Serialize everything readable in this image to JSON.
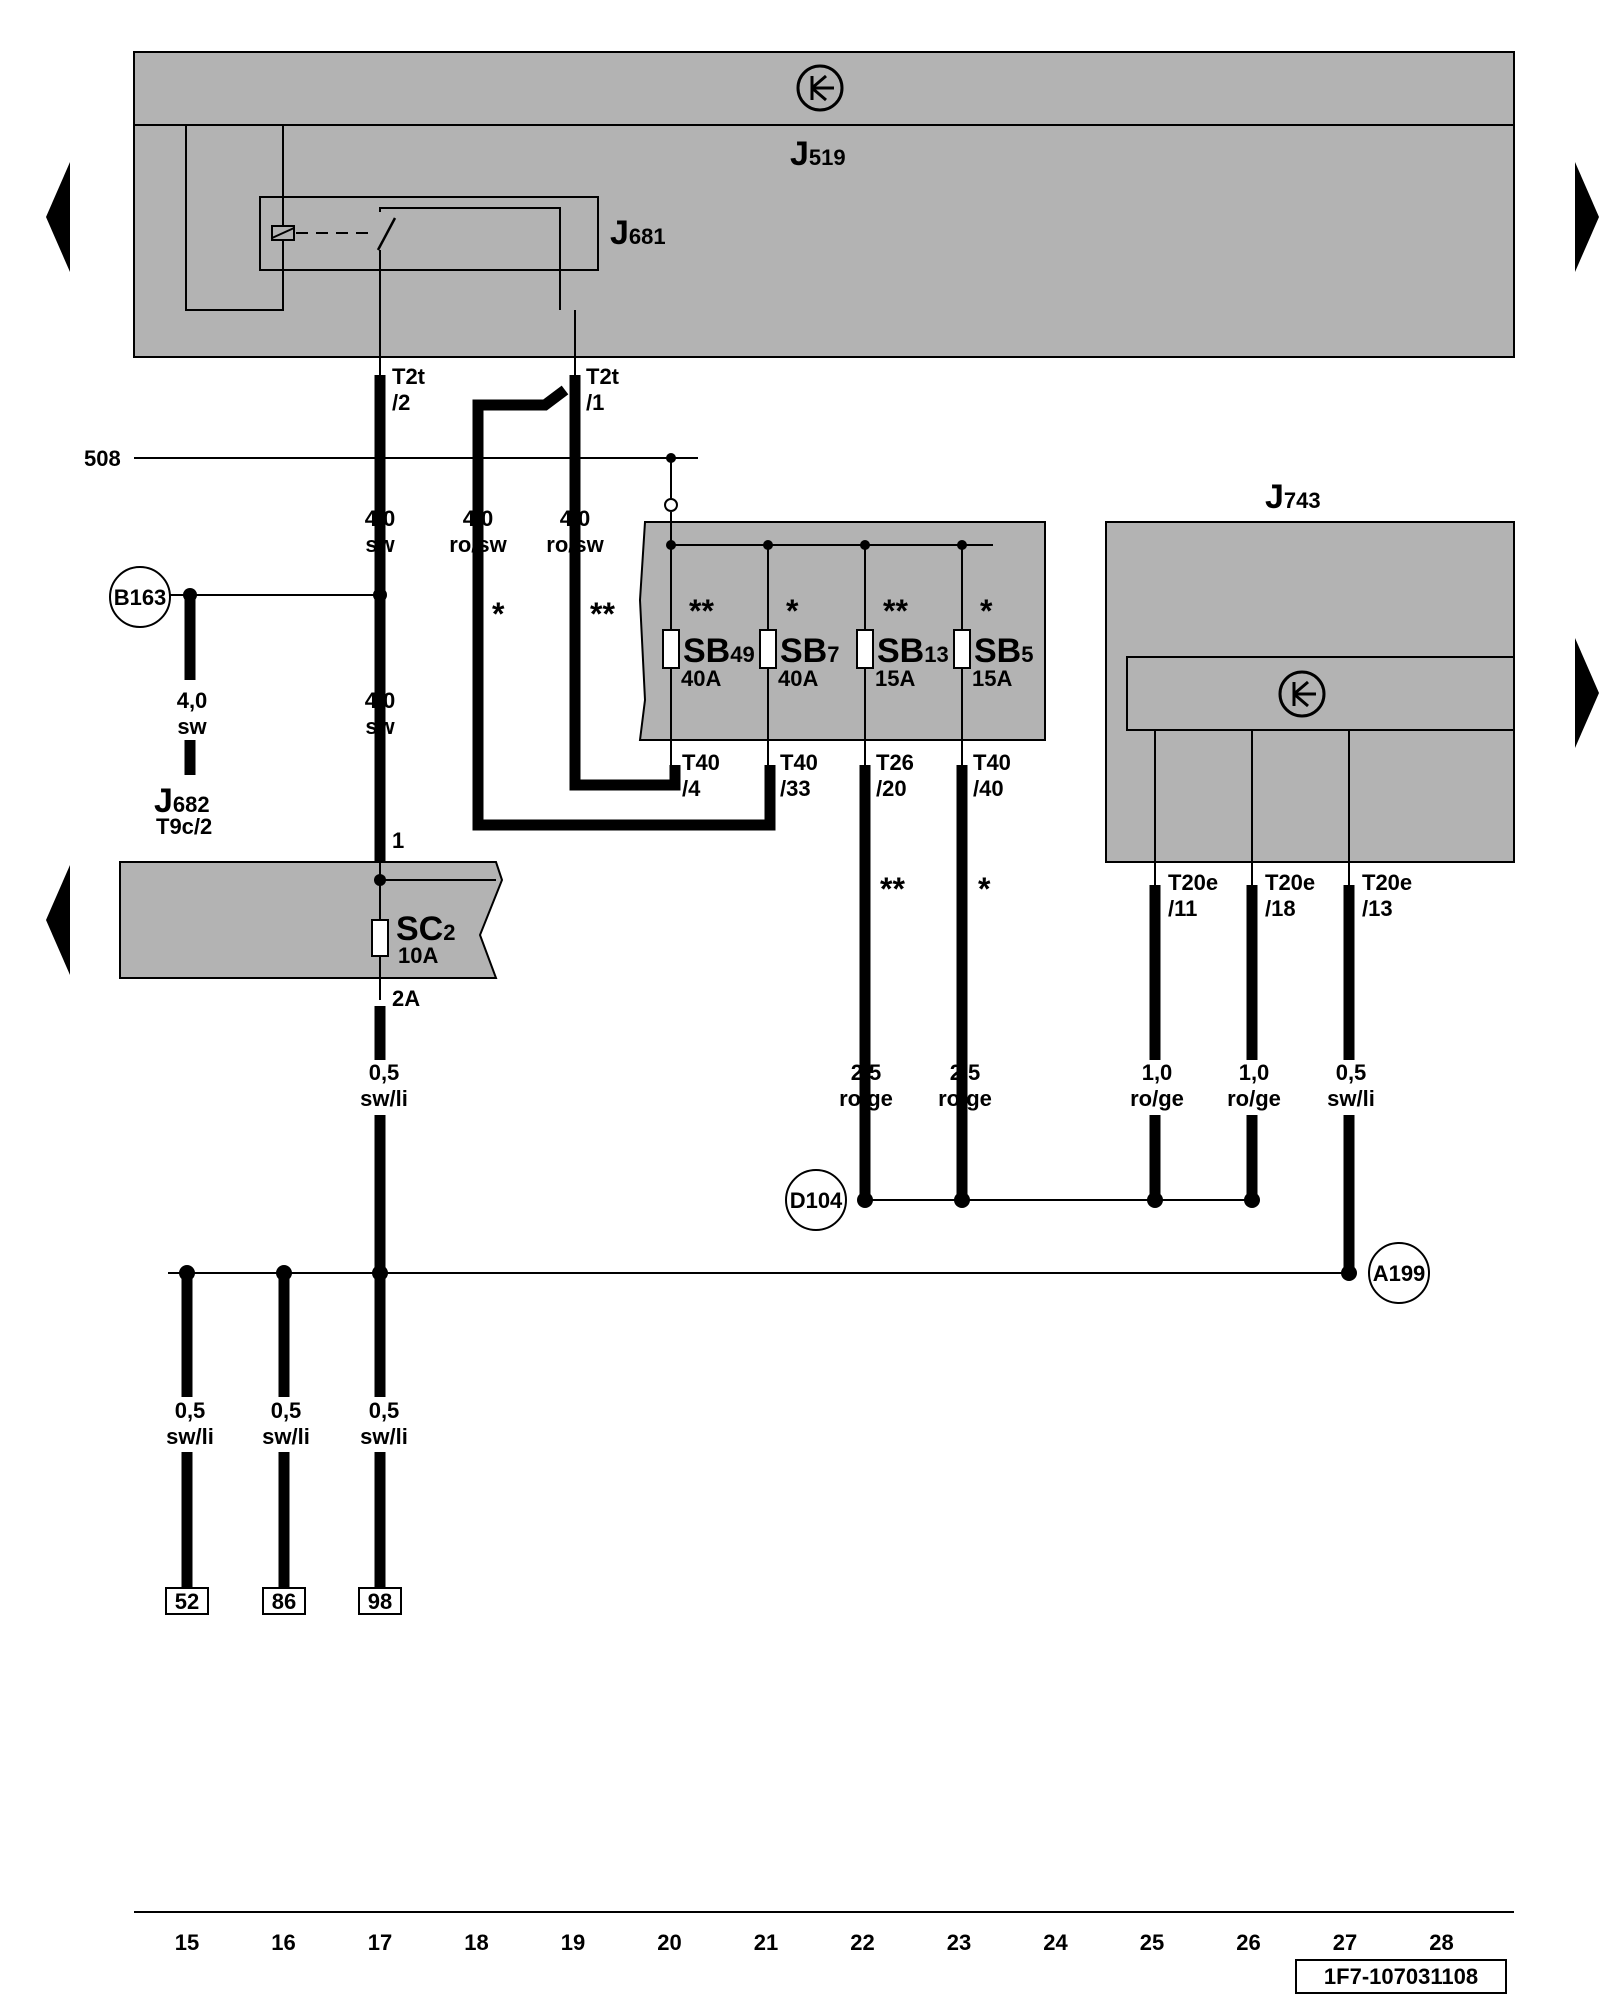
{
  "components": {
    "J519": {
      "letter": "J",
      "number": "519"
    },
    "J681": {
      "letter": "J",
      "number": "681"
    },
    "J743": {
      "letter": "J",
      "number": "743"
    },
    "J682": {
      "letter": "J",
      "number": "682",
      "pin": "T9c/2"
    },
    "SC2": {
      "letter": "SC",
      "number": "2",
      "rating": "10A"
    },
    "fuses": [
      {
        "letter": "SB",
        "number": "49",
        "rating": "40A",
        "mark": "**"
      },
      {
        "letter": "SB",
        "number": "7",
        "rating": "40A",
        "mark": "*"
      },
      {
        "letter": "SB",
        "number": "13",
        "rating": "15A",
        "mark": "**"
      },
      {
        "letter": "SB",
        "number": "5",
        "rating": "15A",
        "mark": "*"
      }
    ]
  },
  "connectors": {
    "t2t_2": {
      "a": "T2t",
      "b": "/2"
    },
    "t2t_1": {
      "a": "T2t",
      "b": "/1"
    },
    "t40_4": {
      "a": "T40",
      "b": "/4"
    },
    "t40_33": {
      "a": "T40",
      "b": "/33"
    },
    "t26_20": {
      "a": "T26",
      "b": "/20"
    },
    "t40_40": {
      "a": "T40",
      "b": "/40"
    },
    "t20e_11": {
      "a": "T20e",
      "b": "/11"
    },
    "t20e_18": {
      "a": "T20e",
      "b": "/18"
    },
    "t20e_13": {
      "a": "T20e",
      "b": "/13"
    },
    "sc_in": "1",
    "sc_out": "2A"
  },
  "line_508": "508",
  "wires": {
    "w17a": {
      "size": "4,0",
      "color": "sw"
    },
    "w18": {
      "size": "4,0",
      "color": "ro/sw"
    },
    "w19": {
      "size": "4,0",
      "color": "ro/sw"
    },
    "w15a": {
      "size": "4,0",
      "color": "sw"
    },
    "w17b": {
      "size": "4,0",
      "color": "sw"
    },
    "w17c": {
      "size": "0,5",
      "color": "sw/li"
    },
    "w22": {
      "size": "2,5",
      "color": "ro/ge"
    },
    "w23": {
      "size": "2,5",
      "color": "ro/ge"
    },
    "w25": {
      "size": "1,0",
      "color": "ro/ge"
    },
    "w26": {
      "size": "1,0",
      "color": "ro/ge"
    },
    "w27": {
      "size": "0,5",
      "color": "sw/li"
    },
    "w15b": {
      "size": "0,5",
      "color": "sw/li"
    },
    "w16b": {
      "size": "0,5",
      "color": "sw/li"
    },
    "w17d": {
      "size": "0,5",
      "color": "sw/li"
    }
  },
  "marks": {
    "m18": "*",
    "m19": "**",
    "m22": "**",
    "m23": "*"
  },
  "ground_points": {
    "b163": "B163",
    "d104": "D104",
    "a199": "A199"
  },
  "references": [
    "52",
    "86",
    "98"
  ],
  "grid_numbers": [
    "15",
    "16",
    "17",
    "18",
    "19",
    "20",
    "21",
    "22",
    "23",
    "24",
    "25",
    "26",
    "27",
    "28"
  ],
  "diagram_code": "1F7-107031108"
}
